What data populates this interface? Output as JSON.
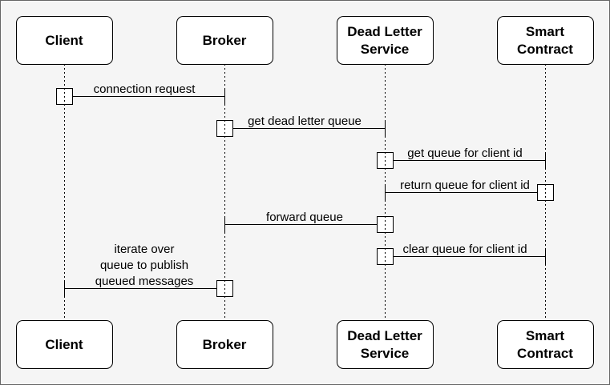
{
  "colors": {
    "background": "#f5f5f5",
    "box_fill": "#ffffff",
    "stroke": "#000000"
  },
  "participants": [
    {
      "id": "client",
      "lines": [
        "Client"
      ]
    },
    {
      "id": "broker",
      "lines": [
        "Broker"
      ]
    },
    {
      "id": "dead-letter-service",
      "lines": [
        "Dead Letter",
        "Service"
      ]
    },
    {
      "id": "smart-contract",
      "lines": [
        "Smart",
        "Contract"
      ]
    }
  ],
  "messages": [
    {
      "from": 0,
      "to": 1,
      "lines": [
        "connection request"
      ]
    },
    {
      "from": 1,
      "to": 2,
      "lines": [
        "get dead letter queue"
      ]
    },
    {
      "from": 2,
      "to": 3,
      "lines": [
        "get queue for client id"
      ]
    },
    {
      "from": 3,
      "to": 2,
      "lines": [
        "return queue for client id"
      ]
    },
    {
      "from": 2,
      "to": 1,
      "lines": [
        "forward queue"
      ]
    },
    {
      "from": 2,
      "to": 3,
      "lines": [
        "clear queue for client id"
      ]
    },
    {
      "from": 1,
      "to": 0,
      "lines": [
        "iterate over",
        "queue to publish",
        "queued messages"
      ]
    }
  ]
}
